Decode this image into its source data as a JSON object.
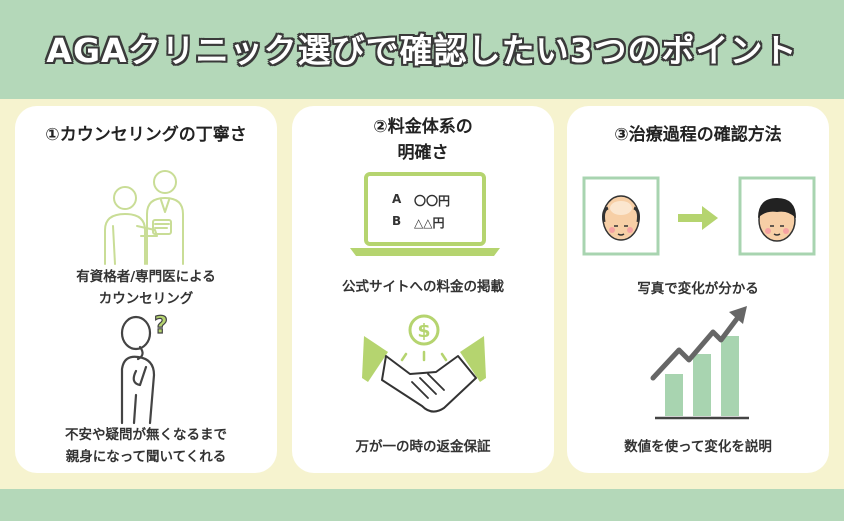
{
  "title": "AGAクリニック選びで確認したい3つのポイント",
  "colors": {
    "header_green": "#b4d8b9",
    "background_cream": "#f6f3cf",
    "accent_lime": "#b5d46f",
    "chart_green": "#a8d4b0"
  },
  "cards": [
    {
      "title": "①カウンセリングの丁寧さ",
      "items": [
        {
          "icon": "doctors-consulting-icon",
          "caption_line1": "有資格者/専門医による",
          "caption_line2": "カウンセリング"
        },
        {
          "icon": "worried-person-icon",
          "icon_mark": "?",
          "caption_line1": "不安や疑問が無くなるまで",
          "caption_line2": "親身になって聞いてくれる"
        }
      ]
    },
    {
      "title_line1": "②料金体系の",
      "title_line2": "明確さ",
      "items": [
        {
          "icon": "laptop-price-list-icon",
          "screen_rows": [
            {
              "label": "A",
              "value": "〇〇円"
            },
            {
              "label": "B",
              "value": "△△円"
            }
          ],
          "caption": "公式サイトへの料金の掲載"
        },
        {
          "icon": "handshake-money-icon",
          "icon_mark": "$",
          "caption": "万が一の時の返金保証"
        }
      ]
    },
    {
      "title": "③治療過程の確認方法",
      "items": [
        {
          "icon": "before-after-photos-icon",
          "caption": "写真で変化が分かる"
        },
        {
          "icon": "growth-chart-icon",
          "caption": "数値を使って変化を説明"
        }
      ]
    }
  ]
}
